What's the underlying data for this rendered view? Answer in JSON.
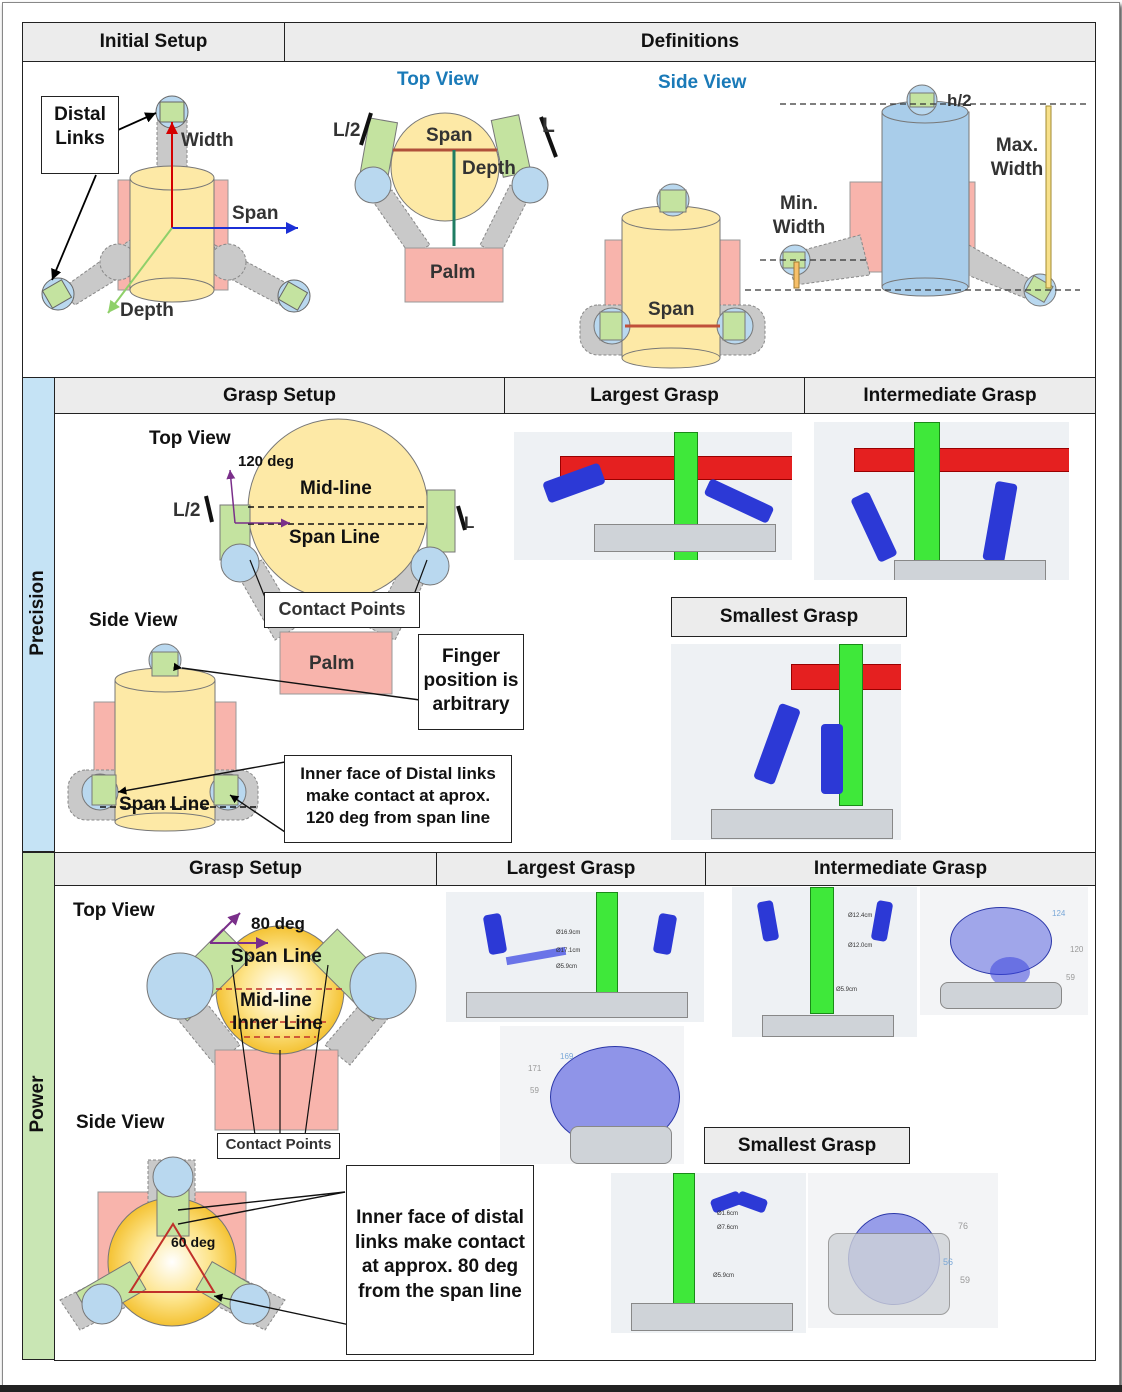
{
  "headers": {
    "initial_setup": "Initial Setup",
    "definitions": "Definitions",
    "grasp_setup_precision": "Grasp Setup",
    "largest_grasp_precision": "Largest Grasp",
    "intermediate_grasp_precision": "Intermediate Grasp",
    "smallest_grasp_precision": "Smallest Grasp",
    "grasp_setup_power": "Grasp Setup",
    "largest_grasp_power": "Largest Grasp",
    "intermediate_grasp_power": "Intermediate Grasp",
    "smallest_grasp_power": "Smallest Grasp"
  },
  "rows": {
    "precision": "Precision",
    "power": "Power"
  },
  "initial": {
    "distal_links": [
      "Distal",
      "Links"
    ],
    "width": "Width",
    "span": "Span",
    "depth": "Depth"
  },
  "definitions": {
    "top_view": "Top View",
    "side_view": "Side View",
    "l_half": "L/2",
    "l": "L",
    "span": "Span",
    "depth": "Depth",
    "palm": "Palm",
    "side_span": "Span",
    "min_width": [
      "Min.",
      "Width"
    ],
    "max_width": [
      "Max.",
      "Width"
    ],
    "h_half": "h/2"
  },
  "precision": {
    "top_view": "Top View",
    "angle": "120 deg",
    "mid_line": "Mid-line",
    "span_line": "Span Line",
    "l_half": "L/2",
    "l": "L",
    "contact_points": "Contact Points",
    "palm": "Palm",
    "side_view": "Side View",
    "finger_note": [
      "Finger",
      "position is",
      "arbitrary"
    ],
    "side_span_line": "Span Line",
    "inner_face_note": [
      "Inner face of Distal links",
      "make contact at aprox.",
      "120 deg from span line"
    ]
  },
  "power": {
    "top_view": "Top View",
    "angle": "80 deg",
    "span_line": "Span Line",
    "mid_line": "Mid-line",
    "inner_line": "Inner Line",
    "contact_points": "Contact Points",
    "side_view": "Side View",
    "side_angle": "60 deg",
    "inner_face_note": [
      "Inner face of distal",
      "links make contact",
      "at approx. 80 deg",
      "from the span line"
    ],
    "cad_labels": {
      "largest_dims": [
        "Ø16.9cm",
        "Ø17.1cm",
        "Ø5.9cm"
      ],
      "intermediate_dims": [
        "Ø12.4cm",
        "Ø12.0cm",
        "Ø5.9cm"
      ],
      "intermediate_iso": [
        "124",
        "120",
        "59"
      ],
      "largest_iso": [
        "169",
        "171",
        "59"
      ],
      "smallest_dims": [
        "Ø1.6cm",
        "Ø7.6cm",
        "Ø5.9cm"
      ],
      "smallest_iso": [
        "76",
        "56",
        "59"
      ]
    }
  },
  "colors": {
    "header_bg": "#ececec",
    "precision_band": "#c5e3f5",
    "power_band": "#c9e6b4",
    "cylinder": "#fde9a6",
    "palm": "#f8b4ac",
    "finger_green": "#c4e3a0",
    "joint_blue": "#b9d8ef",
    "link_gray": "#c9c9c9",
    "object_blue": "#a9cdea",
    "ruler_red": "#e52020",
    "ruler_green": "#3fe83a",
    "title_blue": "#1a7ab8"
  }
}
